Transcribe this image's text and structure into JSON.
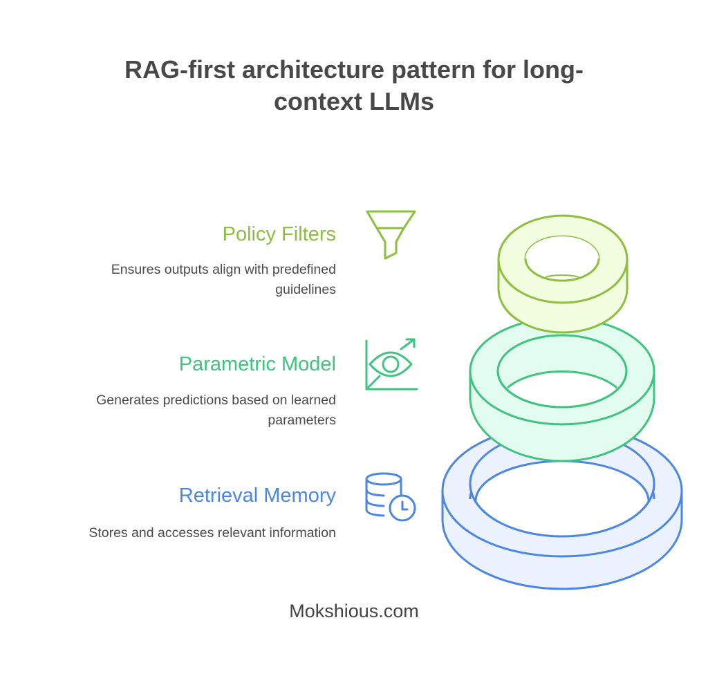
{
  "title": "RAG-first architecture pattern for long-context LLMs",
  "title_lines": [
    "RAG-first architecture pattern for long-",
    "context LLMs"
  ],
  "items": [
    {
      "title": "Policy Filters",
      "description": "Ensures outputs align with predefined guidelines",
      "description_lines": [
        "Ensures outputs align with predefined",
        "guidelines"
      ],
      "icon": "funnel-icon",
      "color": "#8bbf3c",
      "fill": "#f3fde0"
    },
    {
      "title": "Parametric Model",
      "description": "Generates predictions based on learned parameters",
      "description_lines": [
        "Generates predictions based on learned",
        "parameters"
      ],
      "icon": "eye-chart-icon",
      "color": "#3ec47f",
      "fill": "#e2fcf0"
    },
    {
      "title": "Retrieval Memory",
      "description": "Stores and accesses relevant information",
      "description_lines": [
        "Stores and accesses relevant information"
      ],
      "icon": "database-clock-icon",
      "color": "#4a86e4",
      "fill": "#ebf2fe"
    }
  ],
  "footer": "Mokshious.com"
}
